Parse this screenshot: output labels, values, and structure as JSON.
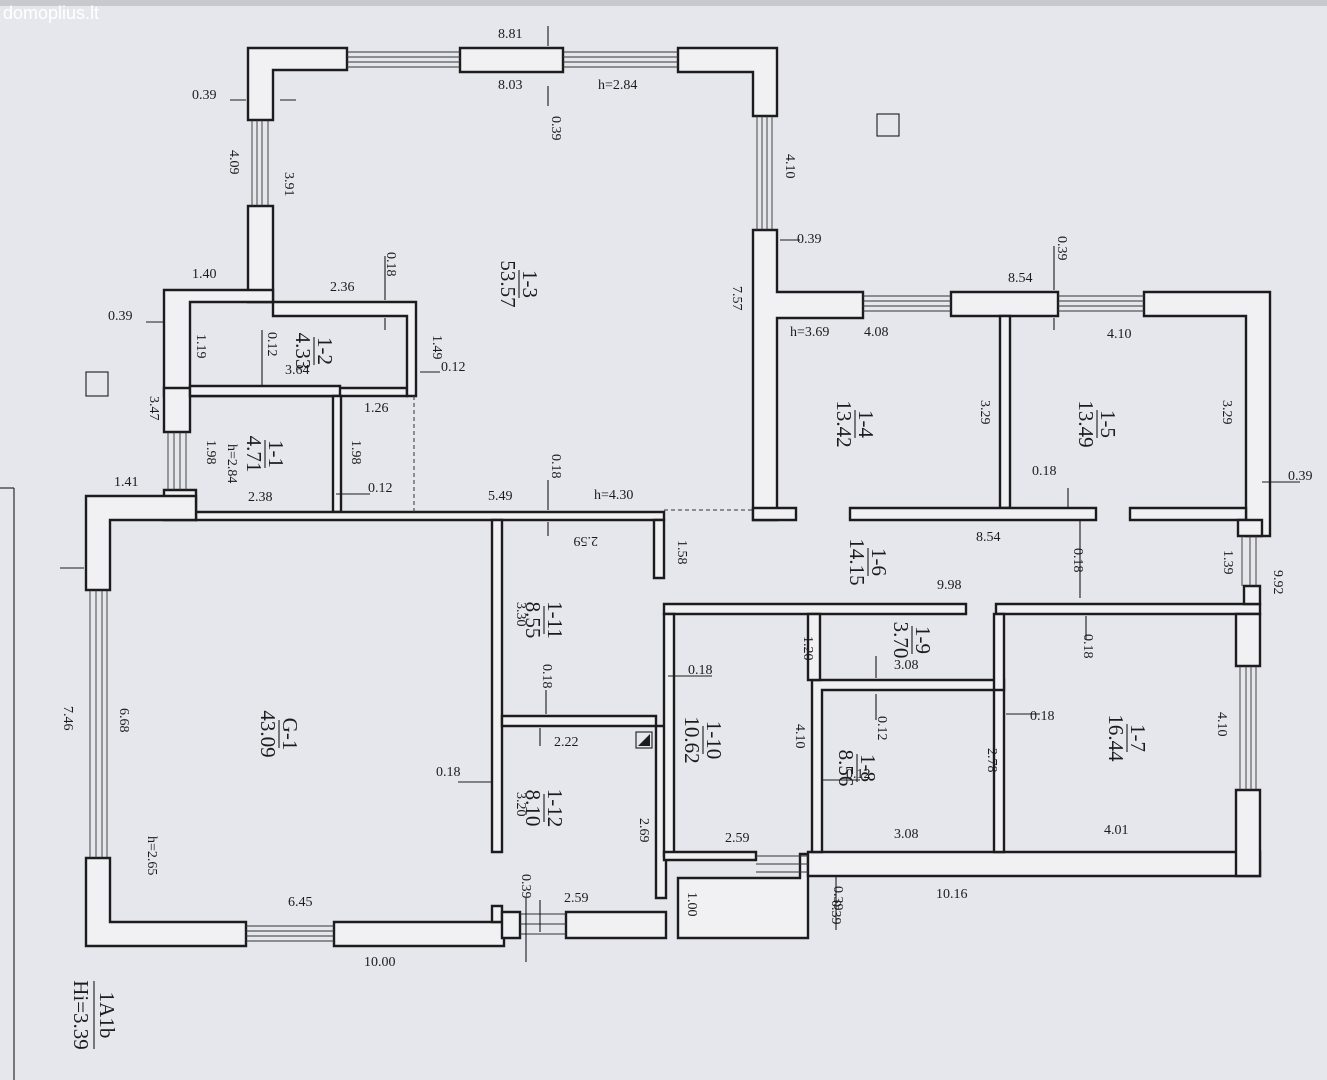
{
  "watermark": "domoplius.lt",
  "building_code": {
    "top": "1A1b",
    "bottom": "Hi=3.39"
  },
  "rooms": [
    {
      "id": "1-3",
      "area": "53.57"
    },
    {
      "id": "1-2",
      "area": "4.33"
    },
    {
      "id": "1-1",
      "area": "4.71"
    },
    {
      "id": "1-4",
      "area": "13.42"
    },
    {
      "id": "1-5",
      "area": "13.49"
    },
    {
      "id": "1-6",
      "area": "14.15"
    },
    {
      "id": "1-11",
      "area": "8.55"
    },
    {
      "id": "1-9",
      "area": "3.70"
    },
    {
      "id": "1-10",
      "area": "10.62"
    },
    {
      "id": "1-8",
      "area": "8.56"
    },
    {
      "id": "1-7",
      "area": "16.44"
    },
    {
      "id": "G-1",
      "area": "43.09"
    },
    {
      "id": "1-12",
      "area": "8.10"
    }
  ],
  "dimensions": [
    "8.81",
    "8.03",
    "h=2.84",
    "0.39",
    "0.39",
    "4.09",
    "3.91",
    "4.10",
    "0.39",
    "1.40",
    "2.36",
    "0.18",
    "0.39",
    "1.19",
    "0.12",
    "3.64",
    "1.49",
    "0.12",
    "1.26",
    "3.47",
    "1.98",
    "h=2.84",
    "2.38",
    "1.98",
    "0.12",
    "1.41",
    "5.49",
    "0.18",
    "h=4.30",
    "7.57",
    "h=3.69",
    "4.08",
    "3.29",
    "0.39",
    "8.54",
    "4.10",
    "3.29",
    "0.18",
    "0.39",
    "8.54",
    "0.18",
    "1.39",
    "9.92",
    "9.98",
    "0.39",
    "2.59",
    "1.58",
    "3.30",
    "0.18",
    "0.18",
    "1.20",
    "3.08",
    "0.18",
    "2.22",
    "4.10",
    "0.12",
    "2.78",
    "0.18",
    "4.10",
    "7.46",
    "6.68",
    "0.18",
    "0.12",
    "3.20",
    "2.69",
    "h=2.65",
    "2.59",
    "3.08",
    "4.01",
    "0.39",
    "2.59",
    "1.00",
    "10.16",
    "6.45",
    "10.00",
    "0.39"
  ]
}
